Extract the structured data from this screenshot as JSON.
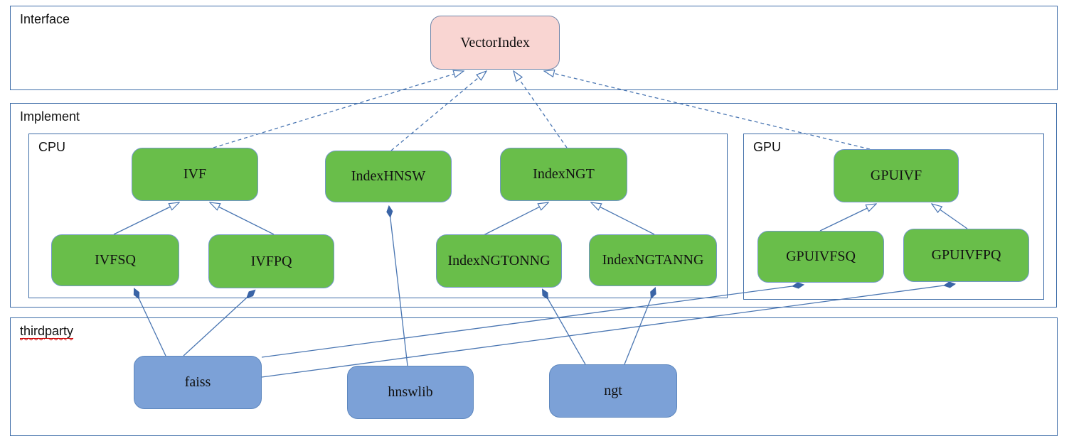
{
  "containers": {
    "interface": {
      "label": "Interface"
    },
    "implement": {
      "label": "Implement"
    },
    "cpu": {
      "label": "CPU"
    },
    "gpu": {
      "label": "GPU"
    },
    "thirdparty": {
      "label": "thirdparty"
    }
  },
  "nodes": {
    "vectorindex": {
      "label": "VectorIndex",
      "kind": "interface"
    },
    "ivf": {
      "label": "IVF",
      "kind": "class"
    },
    "indexhnsw": {
      "label": "IndexHNSW",
      "kind": "class"
    },
    "indexngt": {
      "label": "IndexNGT",
      "kind": "class"
    },
    "ivfsq": {
      "label": "IVFSQ",
      "kind": "class"
    },
    "ivfpq": {
      "label": "IVFPQ",
      "kind": "class"
    },
    "indexngtonng": {
      "label": "IndexNGTONNG",
      "kind": "class"
    },
    "indexngtanng": {
      "label": "IndexNGTANNG",
      "kind": "class"
    },
    "gpuivf": {
      "label": "GPUIVF",
      "kind": "class"
    },
    "gpuivfsq": {
      "label": "GPUIVFSQ",
      "kind": "class"
    },
    "gpuivfpq": {
      "label": "GPUIVFPQ",
      "kind": "class"
    },
    "faiss": {
      "label": "faiss",
      "kind": "thirdparty"
    },
    "hnswlib": {
      "label": "hnswlib",
      "kind": "thirdparty"
    },
    "ngt": {
      "label": "ngt",
      "kind": "thirdparty"
    }
  },
  "edges": [
    {
      "from": "IVF",
      "to": "VectorIndex",
      "type": "realization"
    },
    {
      "from": "IndexHNSW",
      "to": "VectorIndex",
      "type": "realization"
    },
    {
      "from": "IndexNGT",
      "to": "VectorIndex",
      "type": "realization"
    },
    {
      "from": "GPUIVF",
      "to": "VectorIndex",
      "type": "realization"
    },
    {
      "from": "IVFSQ",
      "to": "IVF",
      "type": "inheritance"
    },
    {
      "from": "IVFPQ",
      "to": "IVF",
      "type": "inheritance"
    },
    {
      "from": "IndexNGTONNG",
      "to": "IndexNGT",
      "type": "inheritance"
    },
    {
      "from": "IndexNGTANNG",
      "to": "IndexNGT",
      "type": "inheritance"
    },
    {
      "from": "GPUIVFSQ",
      "to": "GPUIVF",
      "type": "inheritance"
    },
    {
      "from": "GPUIVFPQ",
      "to": "GPUIVF",
      "type": "inheritance"
    },
    {
      "from": "faiss",
      "to": "IVFSQ",
      "type": "composition"
    },
    {
      "from": "faiss",
      "to": "IVFPQ",
      "type": "composition"
    },
    {
      "from": "faiss",
      "to": "GPUIVFSQ",
      "type": "composition"
    },
    {
      "from": "faiss",
      "to": "GPUIVFPQ",
      "type": "composition"
    },
    {
      "from": "hnswlib",
      "to": "IndexHNSW",
      "type": "composition"
    },
    {
      "from": "ngt",
      "to": "IndexNGTONNG",
      "type": "composition"
    },
    {
      "from": "ngt",
      "to": "IndexNGTANNG",
      "type": "composition"
    }
  ],
  "colors": {
    "interface_fill": "#f9d5d2",
    "class_fill": "#69be4a",
    "thirdparty_fill": "#7ca1d7",
    "node_border": "#7297c8",
    "container_border": "#3e6da8",
    "edge": "#4a76b2",
    "diamond": "#3a64a6",
    "spell": "#cc0000"
  }
}
